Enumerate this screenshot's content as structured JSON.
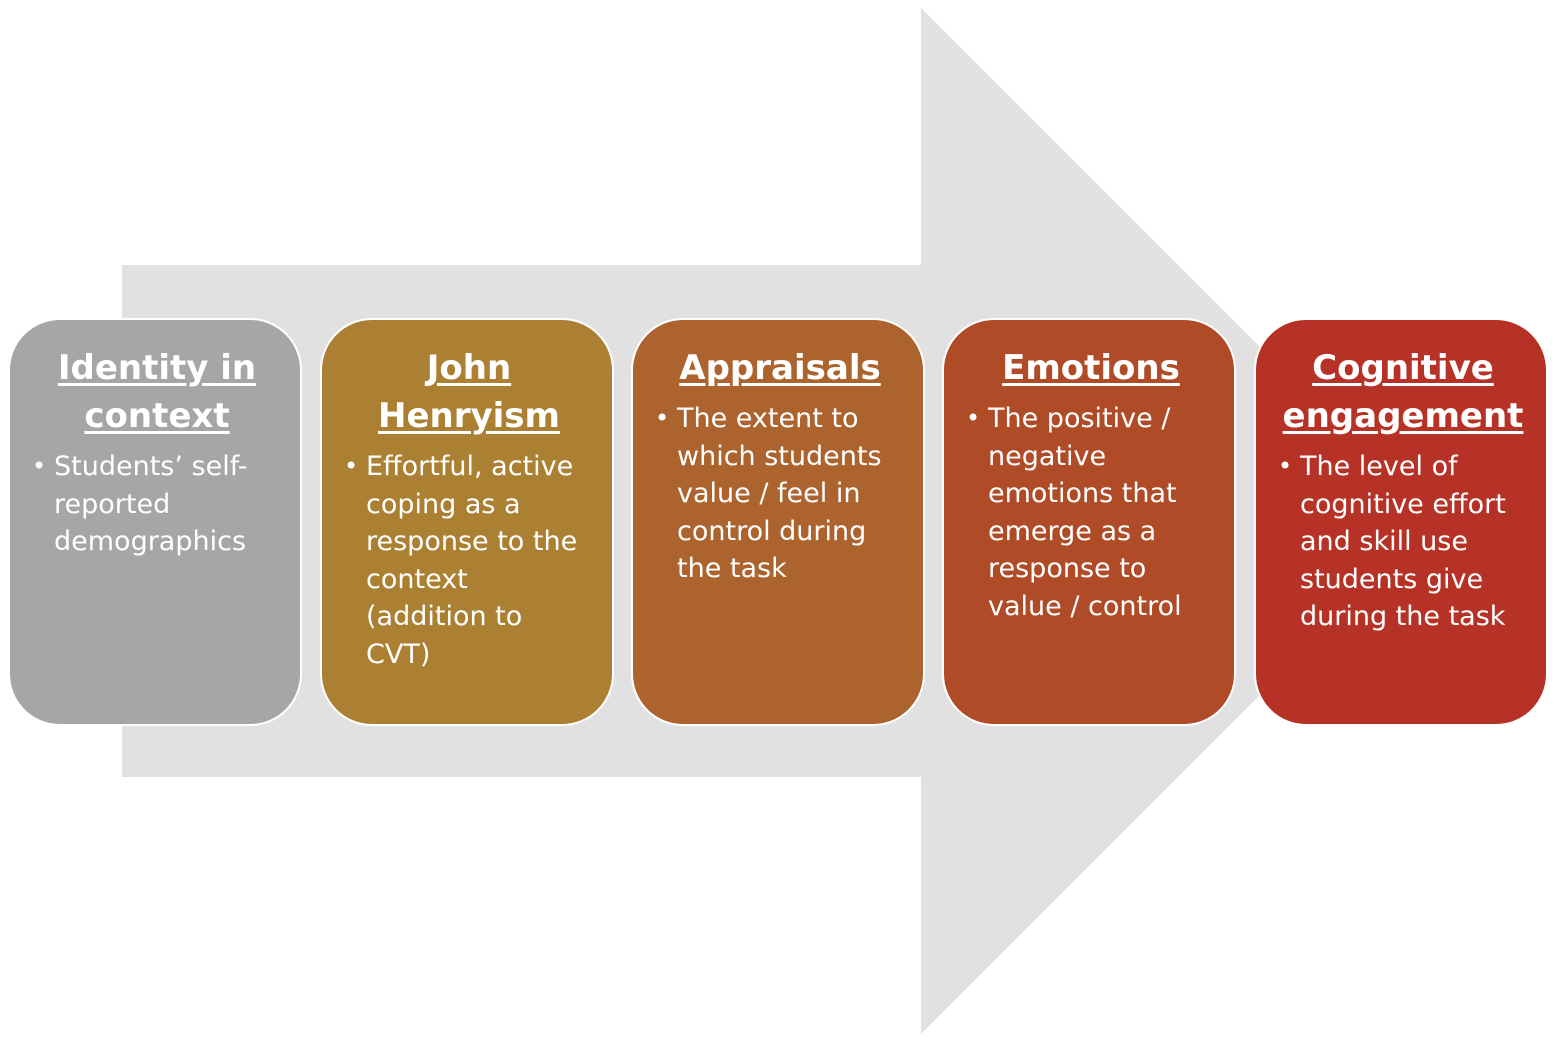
{
  "colors": {
    "arrow": "#e1e1e1",
    "box_border": "#ffffff",
    "text": "#ffffff"
  },
  "stages": [
    {
      "title": "Identity in context",
      "bullet": "Students’ self-reported demographics",
      "color": "#a6a6a6"
    },
    {
      "title": "John Henryism",
      "bullet": "Effortful, active coping as a response to the context (addition to CVT)",
      "color": "#ab8033"
    },
    {
      "title": "Appraisals",
      "bullet": "The extent to which students value / feel in control during the task",
      "color": "#ac632d"
    },
    {
      "title": "Emotions",
      "bullet": "The positive / negative emotions that emerge as a response to value / control",
      "color": "#b04b28"
    },
    {
      "title": "Cognitive engagement",
      "bullet": "The level of cognitive effort and skill use students give during the task",
      "color": "#b73226"
    }
  ]
}
